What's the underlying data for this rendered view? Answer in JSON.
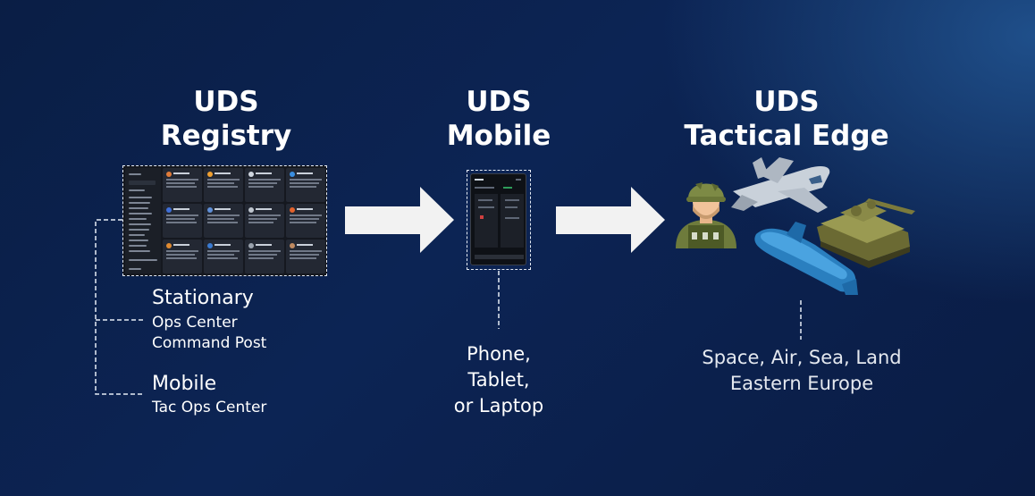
{
  "titles": {
    "registry": [
      "UDS",
      "Registry"
    ],
    "mobile": [
      "UDS",
      "Mobile"
    ],
    "edge": [
      "UDS",
      "Tactical Edge"
    ]
  },
  "registry_labels": {
    "stationary_heading": "Stationary",
    "stationary_items": [
      "Ops Center",
      "Command Post"
    ],
    "mobile_heading": "Mobile",
    "mobile_items": [
      "Tac Ops Center"
    ]
  },
  "mobile_label": [
    "Phone,",
    "Tablet,",
    "or Laptop"
  ],
  "edge_label": [
    "Space, Air, Sea, Land",
    "Eastern Europe"
  ],
  "colors": {
    "background": "#0b2150",
    "text": "#ffffff",
    "arrow": "#f2f2f2",
    "dashed_line": "#e6ecf5"
  },
  "icons": [
    "soldier-icon",
    "fighter-jet-icon",
    "tank-icon",
    "submarine-icon"
  ]
}
